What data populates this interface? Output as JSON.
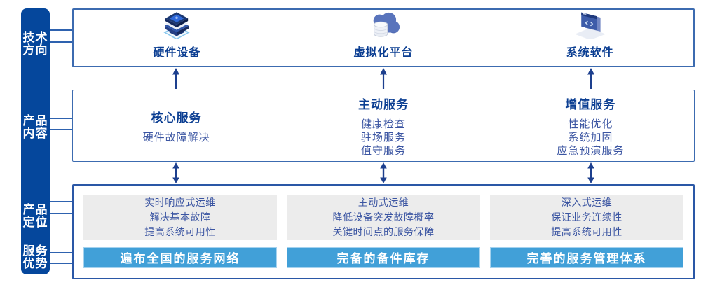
{
  "colors": {
    "sidebar_bg": "#05479c",
    "box_border": "#3c6bb0",
    "title_text": "#0b3e92",
    "body_text": "#3b55a2",
    "arrow": "#1d3f8e",
    "advantage_bar_bg": "#41a0d8",
    "advantage_bar_text": "#ffffff",
    "gray_panel_bg": "#ececec",
    "connector_line": "#2e62af"
  },
  "sidebar": {
    "items": [
      {
        "lines": [
          "技术",
          "方向"
        ]
      },
      {
        "lines": [
          "产品",
          "内容"
        ]
      },
      {
        "lines": [
          "产品",
          "定位"
        ]
      },
      {
        "lines": [
          "服务",
          "优势"
        ]
      }
    ]
  },
  "tech_row": {
    "items": [
      {
        "icon": "server-stack-icon",
        "label": "硬件设备"
      },
      {
        "icon": "cloud-database-icon",
        "label": "虚拟化平台"
      },
      {
        "icon": "software-window-icon",
        "label": "系统软件"
      }
    ]
  },
  "content_row": {
    "columns": [
      {
        "title": "核心服务",
        "items": [
          "硬件故障解决"
        ]
      },
      {
        "title": "主动服务",
        "items": [
          "健康检查",
          "驻场服务",
          "值守服务"
        ]
      },
      {
        "title": "增值服务",
        "items": [
          "性能优化",
          "系统加固",
          "应急预演服务"
        ]
      }
    ]
  },
  "positioning_row": {
    "columns": [
      {
        "lines": [
          "实时响应式运维",
          "解决基本故障",
          "提高系统可用性"
        ],
        "advantage": "遍布全国的服务网络"
      },
      {
        "lines": [
          "主动式运维",
          "降低设备突发故障概率",
          "关键时间点的服务保障"
        ],
        "advantage": "完备的备件库存"
      },
      {
        "lines": [
          "深入式运维",
          "保证业务连续性",
          "提高系统可用性"
        ],
        "advantage": "完善的服务管理体系"
      }
    ]
  }
}
